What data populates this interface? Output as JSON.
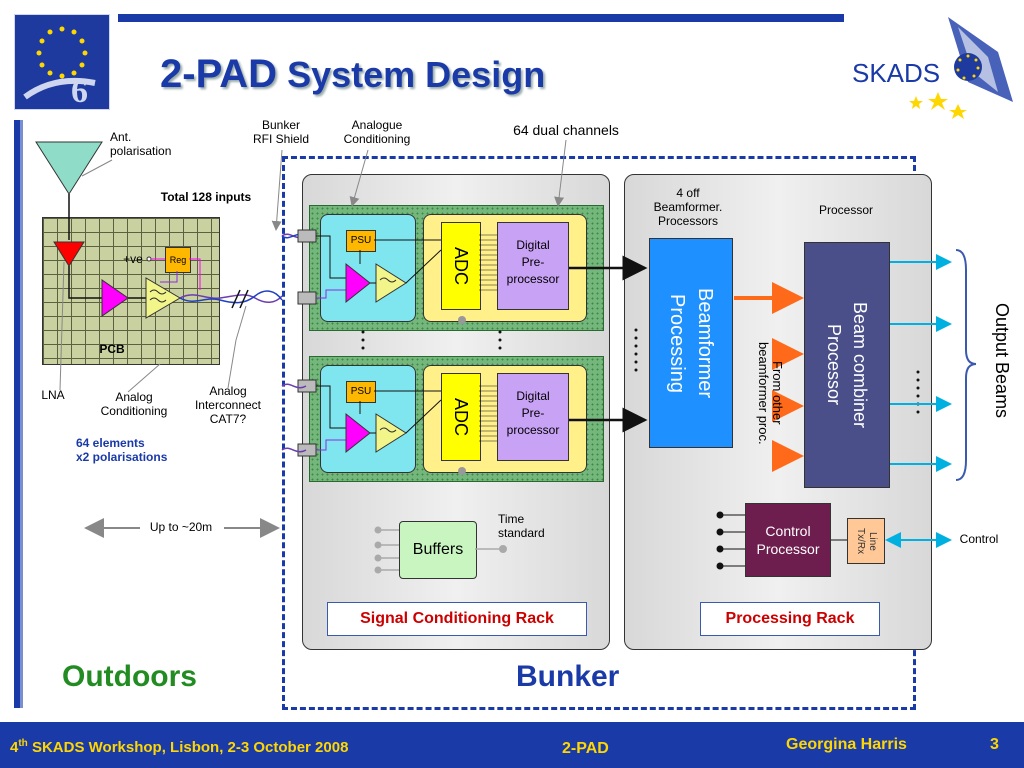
{
  "title": {
    "prefix": "2-PAD",
    "main": "System Design"
  },
  "logos": {
    "skads": "SKADS",
    "eu_number": "6"
  },
  "labels": {
    "ant_polarisation": "Ant.\npolarisation",
    "bunker_rfi": "Bunker\nRFI Shield",
    "analogue_conditioning": "Analogue\nConditioning",
    "dual_channels": "64 dual channels",
    "total_inputs": "Total 128 inputs",
    "plus_ve": "+ve",
    "reg": "Reg",
    "pcb": "PCB",
    "lna": "LNA",
    "analog_conditioning": "Analog\nConditioning",
    "analog_interconnect": "Analog\nInterconnect\nCAT7?",
    "elements": "64 elements\nx2 polarisations",
    "up_to": "Up to ~20m",
    "psu": "PSU",
    "adc": "ADC",
    "digital_pre": "Digital\nPre-\nprocessor",
    "buffers": "Buffers",
    "time_standard": "Time\nstandard",
    "four_off": "4 off\nBeamformer.\nProcessors",
    "processor": "Processor",
    "beamformer": "Beamformer\nProcessing",
    "from_other": "From other\nbeamformer proc.",
    "beam_combiner": "Beam combiner\nProcessor",
    "output_beams": "Output Beams",
    "control_processor": "Control\nProcessor",
    "line_txrx": "Line\nTx/Rx",
    "control": "Control",
    "signal_rack": "Signal Conditioning Rack",
    "processing_rack": "Processing Rack",
    "outdoors": "Outdoors",
    "bunker": "Bunker"
  },
  "footer": {
    "workshop_pre": "4",
    "workshop_sup": "th",
    "workshop_post": " SKADS Workshop, Lisbon, 2-3 October 2008",
    "center": "2-PAD",
    "author": "Georgina Harris",
    "page": "3"
  },
  "colors": {
    "blue": "#1a3aa8",
    "green": "#228b22",
    "red": "#cc0000"
  }
}
